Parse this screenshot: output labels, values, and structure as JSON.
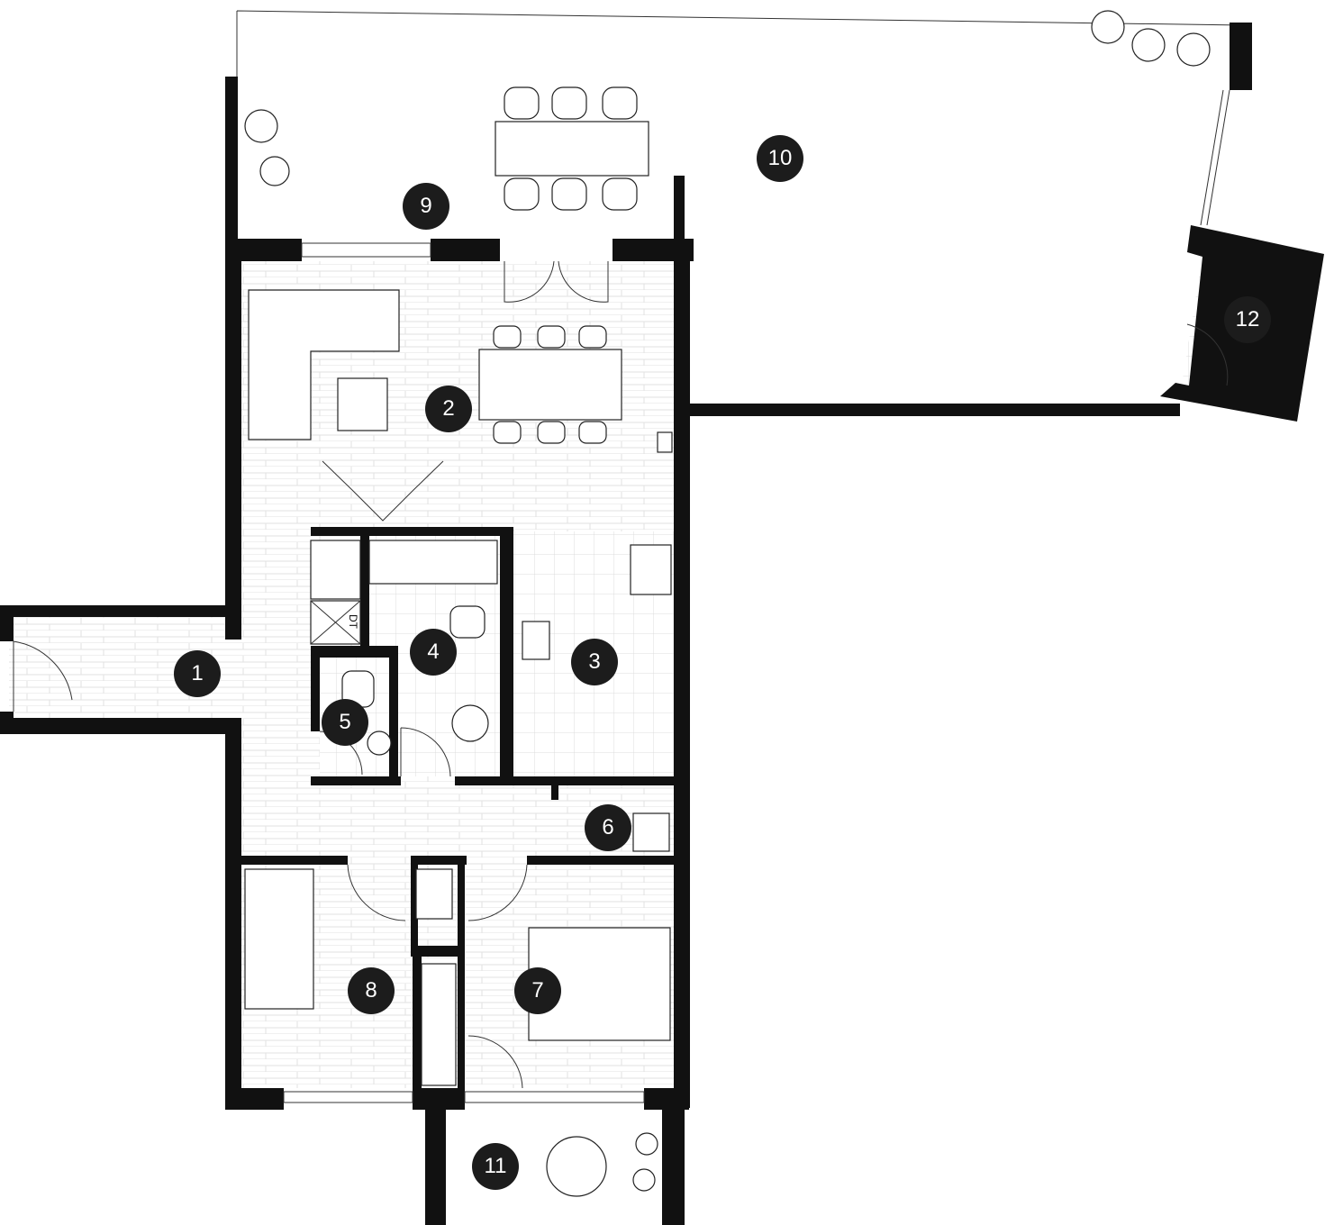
{
  "plan": {
    "rooms": [
      {
        "number": "1"
      },
      {
        "number": "2"
      },
      {
        "number": "3"
      },
      {
        "number": "4"
      },
      {
        "number": "5"
      },
      {
        "number": "6"
      },
      {
        "number": "7"
      },
      {
        "number": "8"
      },
      {
        "number": "9"
      },
      {
        "number": "10"
      },
      {
        "number": "11"
      },
      {
        "number": "12"
      }
    ],
    "dryer_label": "DT"
  },
  "colors": {
    "wall": "#111111",
    "marker": "#1c1c1c"
  }
}
